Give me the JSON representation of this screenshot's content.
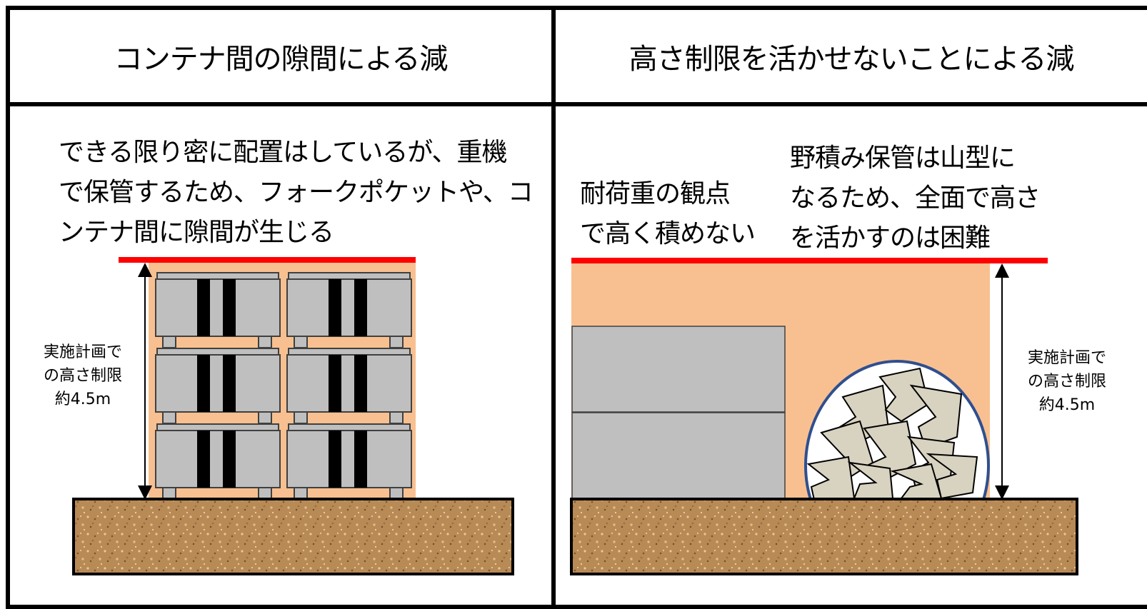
{
  "headers": {
    "left": "コンテナ間の隙間による減",
    "right": "高さ制限を活かせないことによる減"
  },
  "left_panel": {
    "description_lines": [
      "できる限り密に配置はしているが、重機",
      "で保管するため、フォークポケットや、コ",
      "ンテナ間に隙間が生じる"
    ],
    "height_label_lines": [
      "実施計画で",
      "の高さ制限",
      "約4.5m"
    ]
  },
  "right_panel": {
    "note1_lines": [
      "耐荷重の観点",
      "で高く積めない"
    ],
    "note2_lines": [
      "野積み保管は山型に",
      "なるため、全面で高さ",
      "を活かすのは困難"
    ],
    "height_label_lines": [
      "実施計画で",
      "の高さ制限",
      "約4.5m"
    ]
  },
  "colors": {
    "limit_line": "#ff0000",
    "zone_fill": "#f8c090",
    "container": "#bfbfbf",
    "container_band": "#000000",
    "ground": "#b88a55",
    "pile_fill": "#d8d2c0",
    "pile_outline": "#2f4f8f"
  }
}
